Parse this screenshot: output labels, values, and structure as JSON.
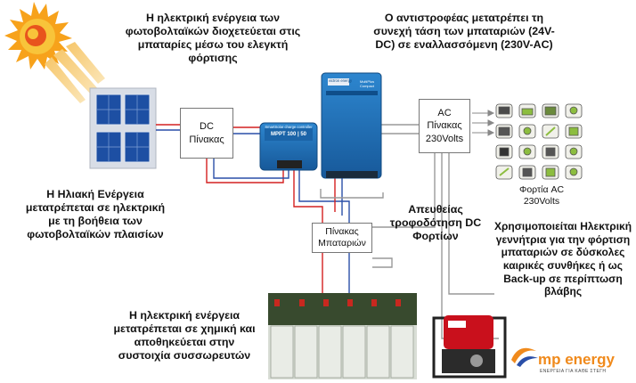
{
  "texts": {
    "solar_to_batteries": "Η ηλεκτρική ενέργεια των φωτοβολταϊκών διοχετεύεται στις μπαταρίες μέσω του ελεγκτή φόρτισης",
    "inverter_desc": "Ο αντιστροφέας μετατρέπει τη συνεχή τάση των μπαταριών (24V-DC) σε εναλλασσόμενη (230V-AC)",
    "solar_energy": "Η Ηλιακή Ενέργεια μετατρέπεται σε ηλεκτρική με τη βοήθεια των φωτοβολταϊκών πλαισίων",
    "direct_dc": "Απευθείας τροφοδότηση DC Φορτίων",
    "generator_desc": "Χρησιμοποιείται Ηλεκτρική γεννήτρια για την φόρτιση μπαταριών σε δύσκολες καιρικές συνθήκες ή ως Back-up σε περίπτωση βλάβης",
    "chemical_storage": "Η ηλεκτρική ενέργεια μετατρέπεται σε χημική και αποθηκεύεται στην συστοιχία συσσωρευτών"
  },
  "boxes": {
    "dc_panel": [
      "DC",
      "Πίνακας"
    ],
    "ac_panel": [
      "AC",
      "Πίνακας",
      "230Volts"
    ],
    "battery_panel": [
      "Πίνακας",
      "Μπαταριών"
    ]
  },
  "loads": {
    "label_line1": "Φορτία AC",
    "label_line2": "230Volts"
  },
  "controller": {
    "brand": "SmartSolar charge controller",
    "model": "MPPT 100 | 50"
  },
  "inverter": {
    "brand": "victron energy",
    "model": "MultiPlus Compact"
  },
  "logo": {
    "name": "mp energy",
    "tagline": "ΕΝΕΡΓΕΙΑ ΓΙΑ ΚΑΘΕ ΣΤΕΓΗ"
  },
  "colors": {
    "wire_red": "#d42020",
    "wire_blue": "#2a4fa8",
    "wire_gray": "#909090",
    "victron_blue": "#1f6fb3",
    "logo_orange": "#f08a1c"
  }
}
